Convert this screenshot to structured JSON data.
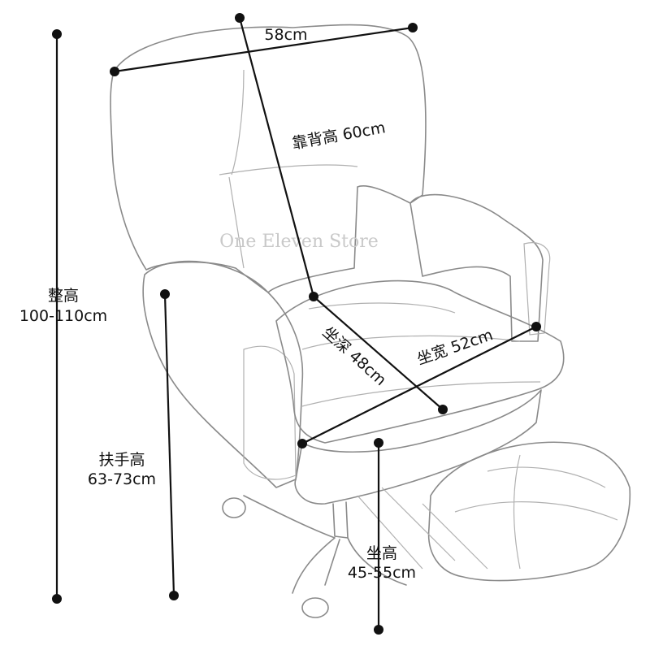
{
  "watermark": "One Eleven Store",
  "dimensions": {
    "top_width": "58cm",
    "backrest_height": "靠背高 60cm",
    "seat_depth": "坐深 48cm",
    "seat_width": "坐宽 52cm",
    "total_height_title": "整高",
    "total_height_value": "100-110cm",
    "armrest_height_title": "扶手高",
    "armrest_height_value": "63-73cm",
    "seat_height_title": "坐高",
    "seat_height_value": "45-55cm"
  },
  "colors": {
    "line": "#111111",
    "outline": "#8a8a8a",
    "watermark": "#c9c9c9"
  }
}
